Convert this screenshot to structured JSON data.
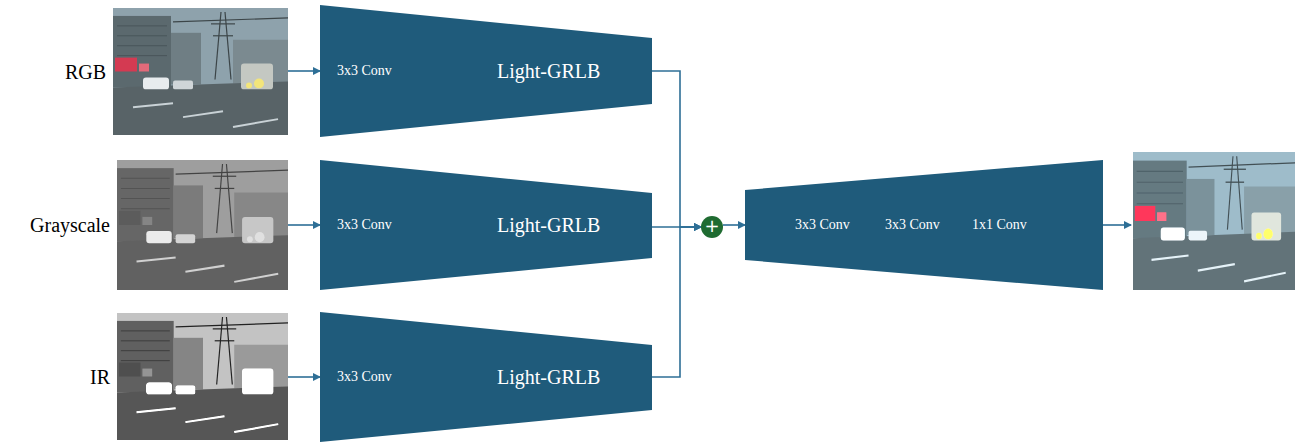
{
  "diagram": {
    "nodes": [
      {
        "text": [
          "RGB"
        ]
      },
      {
        "text": [
          "3x3 Conv",
          "Light-GRLB"
        ]
      },
      {
        "text": [
          "Grayscale"
        ]
      },
      {
        "text": [
          "3x3 Conv",
          "Light-GRLB"
        ]
      },
      {
        "text": [
          "IR"
        ]
      },
      {
        "text": [
          "3x3 Conv",
          "Light-GRLB"
        ]
      },
      {
        "text": [
          "+"
        ]
      },
      {
        "text": [
          "3x3 Conv",
          "3x3 Conv",
          "1x1 Conv"
        ]
      }
    ],
    "edges": [
      {
        "from": 0,
        "to": 1,
        "arrow": "to"
      },
      {
        "from": 2,
        "to": 3,
        "arrow": "to"
      },
      {
        "from": 4,
        "to": 5,
        "arrow": "to"
      },
      {
        "from": 1,
        "to": 6,
        "arrow": "to"
      },
      {
        "from": 3,
        "to": 6,
        "arrow": "to"
      },
      {
        "from": 5,
        "to": 6,
        "arrow": "to"
      },
      {
        "from": 6,
        "to": 7,
        "arrow": "to"
      }
    ]
  }
}
